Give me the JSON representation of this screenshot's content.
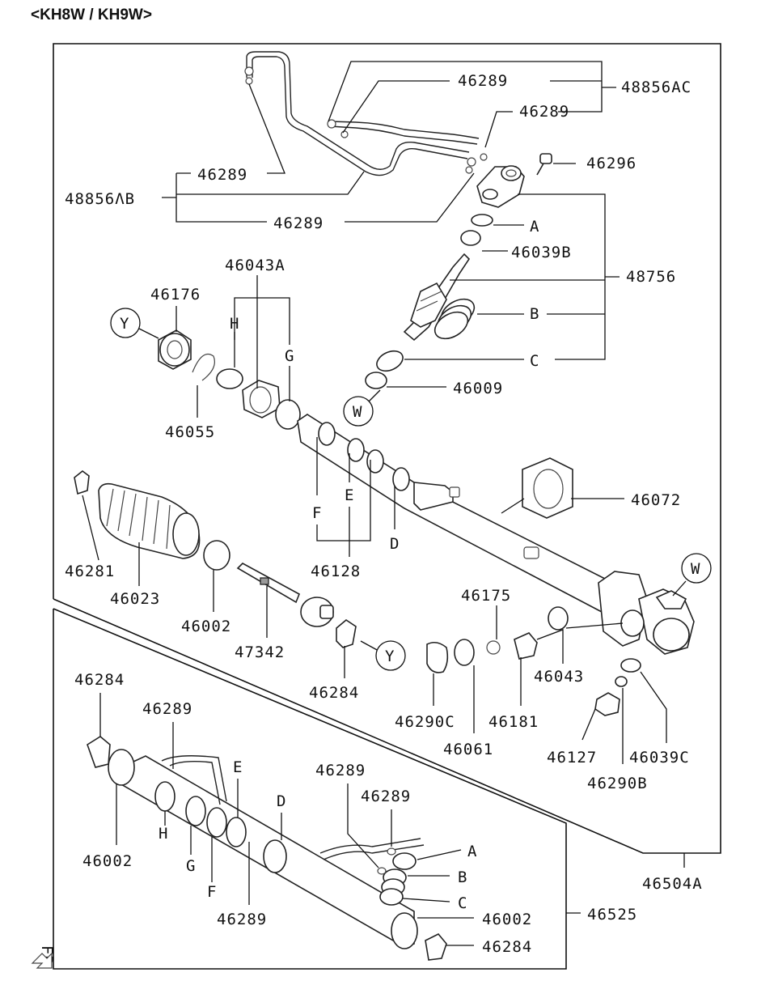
{
  "header": {
    "title": "<KH8W / KH9W>"
  },
  "labels": {
    "p46289_a": "46289",
    "p48856AC": "48856AC",
    "p46289_b": "46289",
    "p46296": "46296",
    "p46289_c": "46289",
    "p48856AB": "48856ΛB",
    "p46289_d": "46289",
    "A_top": "A",
    "p46039B": "46039B",
    "p48756": "48756",
    "p46043A": "46043A",
    "p46176": "46176",
    "Y_top": "Y",
    "H_top": "H",
    "G_top": "G",
    "B_top": "B",
    "C_top": "C",
    "p46009": "46009",
    "W_top": "W",
    "p46055": "46055",
    "F_top": "F",
    "E_top": "E",
    "p46072": "46072",
    "D_top": "D",
    "p46281": "46281",
    "p46128": "46128",
    "W_right": "W",
    "p46023": "46023",
    "p46175": "46175",
    "p46002_a": "46002",
    "p47342": "47342",
    "Y_mid": "Y",
    "p46043": "46043",
    "p46284_a": "46284",
    "p46284_b": "46284",
    "p46290C": "46290C",
    "p46181": "46181",
    "p46289_e": "46289",
    "p46061": "46061",
    "p46127": "46127",
    "p46039C": "46039C",
    "p46290B": "46290B",
    "p46289_f": "46289",
    "E_bot": "E",
    "p46289_g": "46289",
    "D_bot": "D",
    "p46002_b": "46002",
    "H_bot": "H",
    "A_bot": "A",
    "G_bot": "G",
    "F_bot": "F",
    "B_bot": "B",
    "p46504A": "46504A",
    "C_bot": "C",
    "p46289_h": "46289",
    "p46002_c": "46002",
    "p46525": "46525",
    "p46284_c": "46284",
    "fr": "FR"
  }
}
